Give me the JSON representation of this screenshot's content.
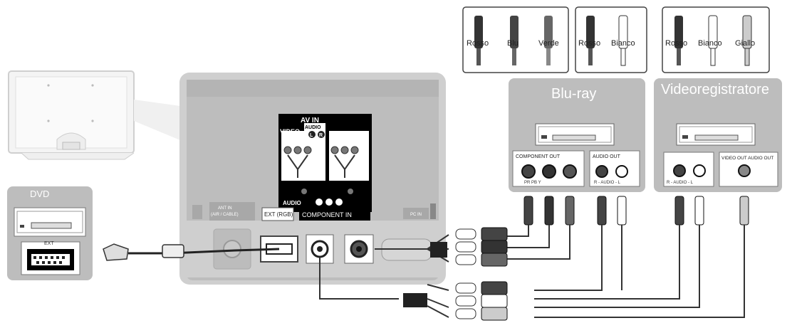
{
  "devices": {
    "dvd_title": "DVD",
    "dvd_port": "EXT",
    "bluray_title": "Blu-ray",
    "vcr_title": "Videoregistratore"
  },
  "tv_panel": {
    "av_in": "AV IN",
    "video": "VIDEO",
    "audio": "AUDIO",
    "audio_l": "L",
    "audio_r": "R",
    "audio_bottom": "AUDIO",
    "component_in": "COMPONENT IN",
    "ext_rgb": "EXT (RGB)",
    "ant_in": "ANT IN",
    "ant_in_sub": "(AIR / CABLE)",
    "pc_in": "PC IN"
  },
  "bluray_ports": {
    "component_out": "COMPONENT OUT",
    "component_out_sub": "PR  PB  Y",
    "audio_out": "AUDIO OUT",
    "audio_out_sub": "R - AUDIO - L"
  },
  "vcr_ports": {
    "audio_sub": "R - AUDIO - L",
    "video_out": "VIDEO OUT AUDIO OUT"
  },
  "legend": {
    "group1": [
      "Rosso",
      "Blu",
      "Verde"
    ],
    "group2": [
      "Rosso",
      "Bianco"
    ],
    "group3": [
      "Rosso",
      "Bianco",
      "Giallo"
    ]
  }
}
